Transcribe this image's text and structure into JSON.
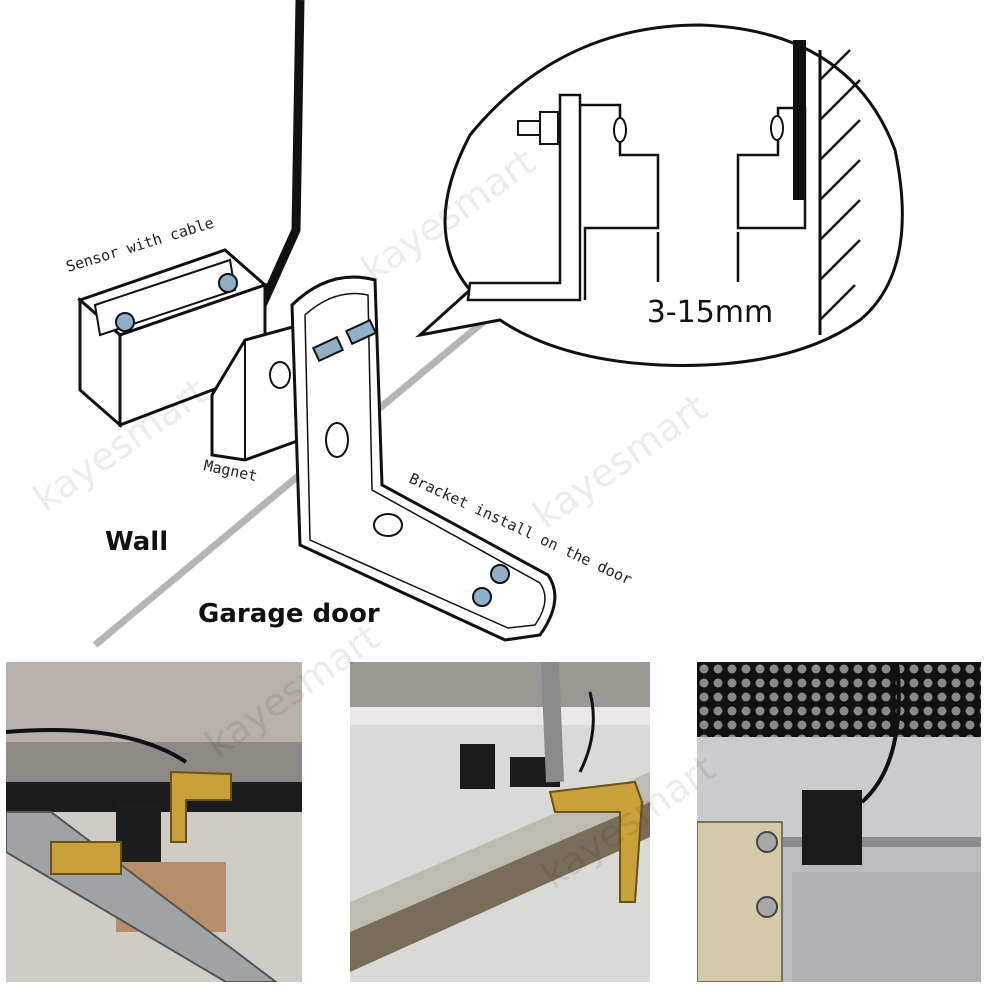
{
  "diagram": {
    "labels": {
      "sensor": "Sensor with cable",
      "magnet": "Magnet",
      "bracket": "Bracket install on the door",
      "wall": "Wall",
      "garage_door": "Garage door",
      "gap": "3-15mm"
    }
  },
  "watermark": "kayesmart",
  "colors": {
    "line": "#111111",
    "wall_line": "#b5b5b5",
    "bracket_metal": "#c9a13a",
    "sensor_block": "#1d1d1d",
    "garage_panel": "#d9d9d6"
  },
  "photos": [
    {
      "name": "photo-installation-1"
    },
    {
      "name": "photo-installation-2"
    },
    {
      "name": "photo-installation-3"
    }
  ]
}
